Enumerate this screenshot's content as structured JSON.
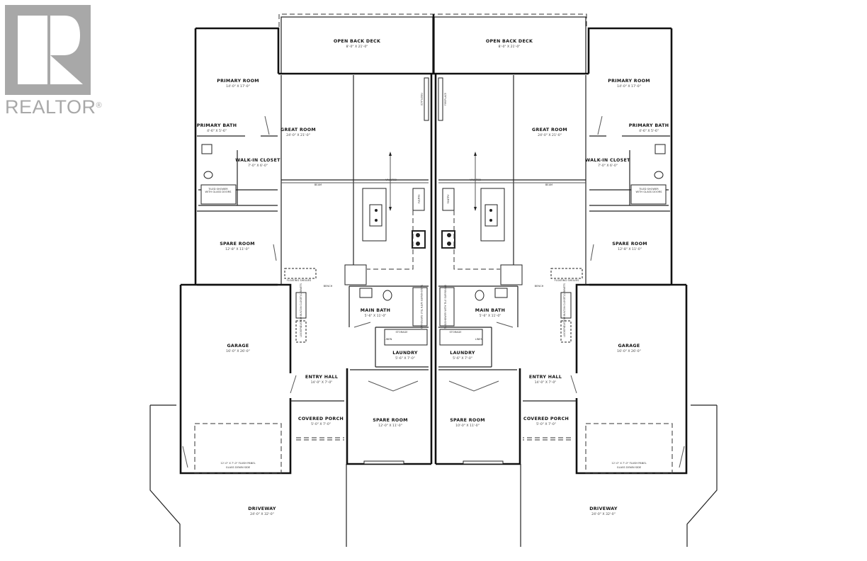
{
  "logo": {
    "text": "REALTOR",
    "registered_mark": "®",
    "color": "#a8a8a8"
  },
  "colors": {
    "wall": "#111111",
    "background": "#ffffff",
    "logo_gray": "#a8a8a8"
  },
  "left_unit": {
    "back_deck": {
      "name": "OPEN BACK DECK",
      "dims": "8'-0\" X 21'-0\""
    },
    "primary_room": {
      "name": "PRIMARY ROOM",
      "dims": "14'-0\" X 17'-0\""
    },
    "primary_bath": {
      "name": "PRIMARY BATH",
      "dims": "4'-6\" X 5'-6\""
    },
    "walk_in_closet": {
      "name": "WALK-IN CLOSET",
      "dims": "7'-0\" X 6'-0\""
    },
    "shower_note": {
      "line1": "TILED SHOWER",
      "line2": "WITH GLASS DOORS"
    },
    "great_room": {
      "name": "GREAT ROOM",
      "dims": "24'-0\" X 21'-0\""
    },
    "vaulted": "VAULTED",
    "beam": "BEAM",
    "fireplace": "FIREPLACE",
    "pantry": "PANTRY",
    "spare_room_1": {
      "name": "SPARE ROOM",
      "dims": "12'-8\" X 11'-0\""
    },
    "floating_shelves": "FLOATING SHELVES",
    "bench": "BENCH",
    "main_bath": {
      "name": "MAIN BATH",
      "dims": "5'-6\" X 11'-0\""
    },
    "tub_note": "TUB/SHOWER WITH TILE SURROUND",
    "laundry": {
      "name": "LAUNDRY",
      "dims": "5'-6\" X 7'-0\""
    },
    "storage": "STORAGE",
    "linen": "LINEN",
    "garage": {
      "name": "GARAGE",
      "dims": "16'-0\" X 26'-0\""
    },
    "custom_cabinets": "CUSTOM BUILT-IN CLOSET/CABINETS",
    "lockers": "LOCKERS",
    "entry_hall": {
      "name": "ENTRY HALL",
      "dims": "14'-0\" X 7'-0\""
    },
    "covered_porch": {
      "name": "COVERED PORCH",
      "dims": "5'-0\" X 7'-0\""
    },
    "spare_room_2": {
      "name": "SPARE ROOM",
      "dims": "12'-0\" X 11'-0\""
    },
    "garage_door": {
      "line1": "12'-0\" X 7'-0\" FLUSH PANEL",
      "line2": "GLASS DOWN SIDE"
    },
    "driveway": {
      "name": "DRIVEWAY",
      "dims": "24'-0\" X 32'-0\""
    }
  },
  "right_unit": {
    "back_deck": {
      "name": "OPEN BACK DECK",
      "dims": "8'-0\" X 21'-0\""
    },
    "primary_room": {
      "name": "PRIMARY ROOM",
      "dims": "14'-0\" X 17'-0\""
    },
    "primary_bath": {
      "name": "PRIMARY BATH",
      "dims": "4'-6\" X 5'-6\""
    },
    "walk_in_closet": {
      "name": "WALK-IN CLOSET",
      "dims": "7'-0\" X 6'-0\""
    },
    "shower_note": {
      "line1": "TILED SHOWER",
      "line2": "WITH GLASS DOORS"
    },
    "great_room": {
      "name": "GREAT ROOM",
      "dims": "24'-0\" X 21'-0\""
    },
    "vaulted": "VAULTED",
    "beam": "BEAM",
    "fireplace": "FIREPLACE",
    "pantry": "PANTRY",
    "spare_room_1": {
      "name": "SPARE ROOM",
      "dims": "12'-8\" X 11'-0\""
    },
    "floating_shelves": "FLOATING SHELVES",
    "bench": "BENCH",
    "main_bath": {
      "name": "MAIN BATH",
      "dims": "5'-6\" X 11'-0\""
    },
    "tub_note": "TUB/SHOWER WITH TILE SURROUND",
    "laundry": {
      "name": "LAUNDRY",
      "dims": "5'-6\" X 7'-0\""
    },
    "storage": "STORAGE",
    "linen": "LINEN",
    "garage": {
      "name": "GARAGE",
      "dims": "16'-0\" X 26'-0\""
    },
    "custom_cabinets": "CUSTOM BUILT-IN CLOSET/CABINETS",
    "lockers": "LOCKERS",
    "entry_hall": {
      "name": "ENTRY HALL",
      "dims": "14'-0\" X 7'-0\""
    },
    "covered_porch": {
      "name": "COVERED PORCH",
      "dims": "5'-0\" X 7'-0\""
    },
    "spare_room_2": {
      "name": "SPARE ROOM",
      "dims": "10'-0\" X 11'-0\""
    },
    "garage_door": {
      "line1": "12'-0\" X 7'-0\" FLUSH PANEL",
      "line2": "GLASS DOWN SIDE"
    },
    "driveway": {
      "name": "DRIVEWAY",
      "dims": "24'-0\" X 32'-0\""
    }
  }
}
